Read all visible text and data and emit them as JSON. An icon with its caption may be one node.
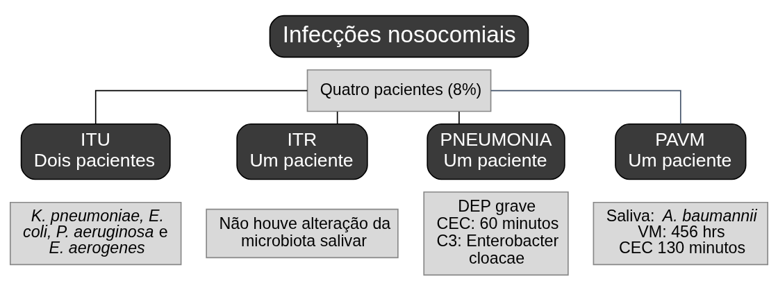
{
  "diagram": {
    "nodes": [
      {
        "text": [
          "Infecções nosocomiais"
        ]
      },
      {
        "text": [
          "Quatro pacientes (8%)"
        ]
      },
      {
        "text": [
          "ITU",
          "Dois pacientes"
        ]
      },
      {
        "text": [
          "*K. pneumoniae, E. coli, P. aeruginosa* e *E. aerogenes*"
        ]
      },
      {
        "text": [
          "ITR",
          "Um paciente"
        ]
      },
      {
        "text": [
          "Não houve alteração da microbiota salivar"
        ]
      },
      {
        "text": [
          "PNEUMONIA",
          "Um paciente"
        ]
      },
      {
        "text": [
          "DEP grave",
          "CEC: 60 minutos",
          "C3: Enterobacter cloacae"
        ]
      },
      {
        "text": [
          "PAVM",
          "Um paciente"
        ]
      },
      {
        "text": [
          "Saliva: *A. baumannii*",
          "VM: 456 hrs",
          "CEC 130 minutos"
        ]
      }
    ],
    "edges": [
      {
        "from": 1,
        "to": 2,
        "arrow": "none"
      },
      {
        "from": 1,
        "to": 4,
        "arrow": "none"
      },
      {
        "from": 1,
        "to": 6,
        "arrow": "none"
      },
      {
        "from": 1,
        "to": 8,
        "arrow": "none",
        "color": "#44546a"
      }
    ]
  }
}
